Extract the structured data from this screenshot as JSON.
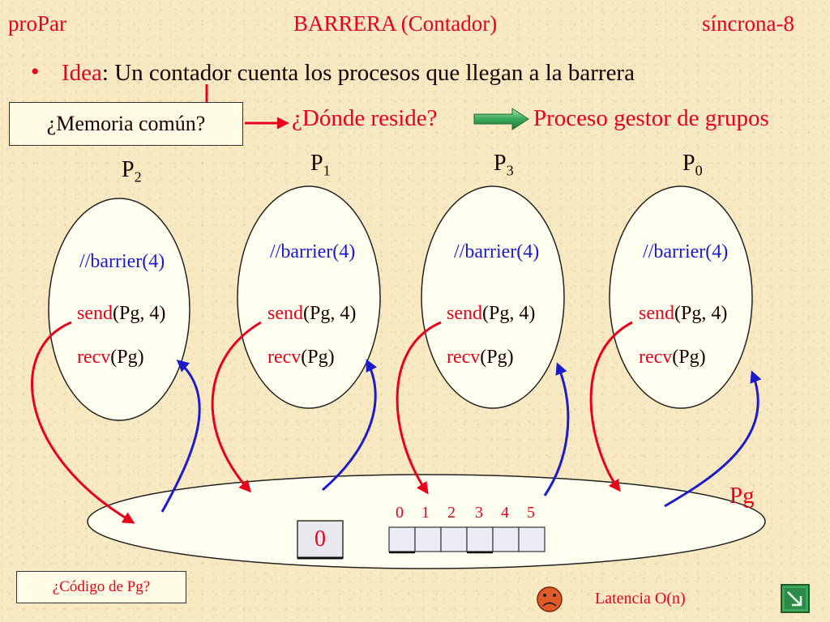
{
  "header": {
    "left": "proPar",
    "center": "BARRERA (Contador)",
    "right": "síncrona-8"
  },
  "bullet": {
    "marker": "•",
    "idea_label": "Idea",
    "idea_text": ": Un contador cuenta los procesos que llegan a la barrera"
  },
  "memory_box": "¿Memoria común?",
  "question": "¿Dónde reside?",
  "answer": "Proceso gestor de grupos",
  "processes": [
    {
      "name": "P",
      "sub": "2",
      "barrier": "//barrier(4)",
      "send_kw": "send",
      "send_args": "(Pg, 4)",
      "recv_kw": "recv",
      "recv_args": "(Pg)"
    },
    {
      "name": "P",
      "sub": "1",
      "barrier": "//barrier(4)",
      "send_kw": "send",
      "send_args": "(Pg, 4)",
      "recv_kw": "recv",
      "recv_args": "(Pg)"
    },
    {
      "name": "P",
      "sub": "3",
      "barrier": "//barrier(4)",
      "send_kw": "send",
      "send_args": "(Pg, 4)",
      "recv_kw": "recv",
      "recv_args": "(Pg)"
    },
    {
      "name": "P",
      "sub": "0",
      "barrier": "//barrier(4)",
      "send_kw": "send",
      "send_args": "(Pg, 4)",
      "recv_kw": "recv",
      "recv_args": "(Pg)"
    }
  ],
  "pg": {
    "label": "Pg",
    "counter": "0",
    "indices": [
      "0",
      "1",
      "2",
      "3",
      "4",
      "5"
    ]
  },
  "code_box": "¿Código de Pg?",
  "latency": "Latencia O(n)",
  "colors": {
    "red": "#e8001c",
    "blue": "#1b1bcc",
    "dark": "#1a0000",
    "green": "#2e9b4a",
    "background": "#f8e9c2"
  },
  "icons": {
    "sad_face": "sad-face-icon",
    "nav": "nav-arrows-icon"
  }
}
